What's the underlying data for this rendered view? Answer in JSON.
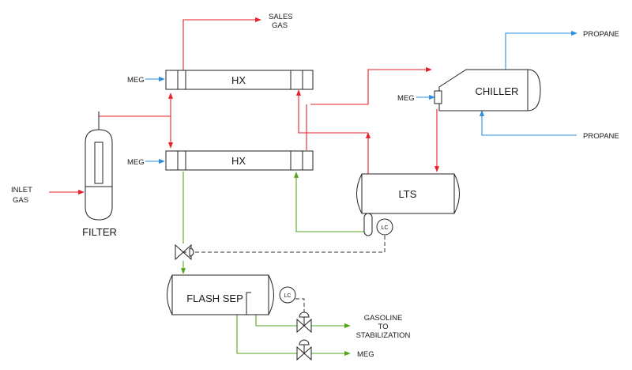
{
  "equipment": {
    "hx_top": "HX",
    "hx_bottom": "HX",
    "chiller": "CHILLER",
    "lts": "LTS",
    "filter": "FILTER",
    "flash_sep": "FLASH SEP",
    "lc_lts": "LC",
    "lc_flash": "LC"
  },
  "streams": {
    "sales_gas_1": "SALES",
    "sales_gas_2": "GAS",
    "inlet_gas_1": "INLET",
    "inlet_gas_2": "GAS",
    "meg_hx_top": "MEG",
    "meg_hx_bottom": "MEG",
    "meg_chiller": "MEG",
    "propane_out": "PROPANE",
    "propane_in": "PROPANE",
    "gasoline_1": "GASOLINE",
    "gasoline_2": "TO",
    "gasoline_3": "STABILIZATION",
    "meg_out": "MEG"
  },
  "colors": {
    "gas": "#e8202a",
    "liquid": "#55a51c",
    "propane_meg": "#2a8fe0",
    "equipment_outline": "#222222"
  }
}
